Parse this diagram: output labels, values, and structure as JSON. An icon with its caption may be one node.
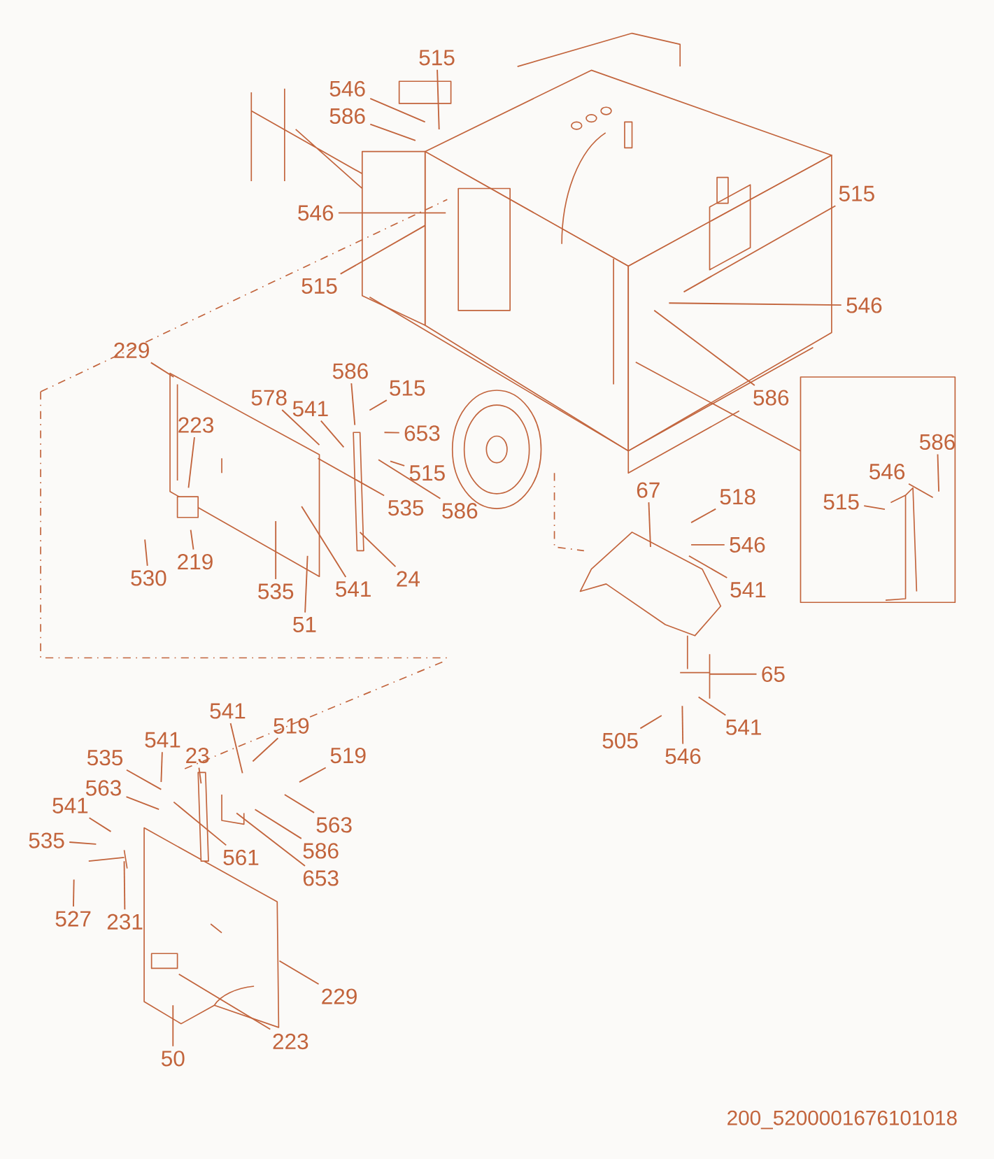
{
  "diagram": {
    "nodes": [
      {
        "text": [
          "515"
        ]
      },
      {
        "text": [
          "546"
        ]
      },
      {
        "text": [
          "586"
        ]
      },
      {
        "text": [
          "546"
        ]
      },
      {
        "text": [
          "515"
        ]
      },
      {
        "text": [
          "515"
        ]
      },
      {
        "text": [
          "546"
        ]
      },
      {
        "text": [
          "586"
        ]
      },
      {
        "text": [
          "229"
        ]
      },
      {
        "text": [
          "586"
        ]
      },
      {
        "text": [
          "515"
        ]
      },
      {
        "text": [
          "578"
        ]
      },
      {
        "text": [
          "541"
        ]
      },
      {
        "text": [
          "223"
        ]
      },
      {
        "text": [
          "653"
        ]
      },
      {
        "text": [
          "515"
        ]
      },
      {
        "text": [
          "535"
        ]
      },
      {
        "text": [
          "586"
        ]
      },
      {
        "text": [
          "219"
        ]
      },
      {
        "text": [
          "530"
        ]
      },
      {
        "text": [
          "535"
        ]
      },
      {
        "text": [
          "541"
        ]
      },
      {
        "text": [
          "24"
        ]
      },
      {
        "text": [
          "51"
        ]
      },
      {
        "text": [
          "67"
        ]
      },
      {
        "text": [
          "518"
        ]
      },
      {
        "text": [
          "546"
        ]
      },
      {
        "text": [
          "541"
        ]
      },
      {
        "text": [
          "586"
        ]
      },
      {
        "text": [
          "546"
        ]
      },
      {
        "text": [
          "515"
        ]
      },
      {
        "text": [
          "65"
        ]
      },
      {
        "text": [
          "541"
        ]
      },
      {
        "text": [
          "505"
        ]
      },
      {
        "text": [
          "546"
        ]
      },
      {
        "text": [
          "541"
        ]
      },
      {
        "text": [
          "519"
        ]
      },
      {
        "text": [
          "541"
        ]
      },
      {
        "text": [
          "535"
        ]
      },
      {
        "text": [
          "23"
        ]
      },
      {
        "text": [
          "519"
        ]
      },
      {
        "text": [
          "563"
        ]
      },
      {
        "text": [
          "541"
        ]
      },
      {
        "text": [
          "563"
        ]
      },
      {
        "text": [
          "535"
        ]
      },
      {
        "text": [
          "586"
        ]
      },
      {
        "text": [
          "561"
        ]
      },
      {
        "text": [
          "653"
        ]
      },
      {
        "text": [
          "527"
        ]
      },
      {
        "text": [
          "231"
        ]
      },
      {
        "text": [
          "229"
        ]
      },
      {
        "text": [
          "223"
        ]
      },
      {
        "text": [
          "50"
        ]
      }
    ],
    "edges": [
      {
        "from": 0,
        "to": null,
        "arrow": "none"
      },
      {
        "from": 1,
        "to": null,
        "arrow": "none"
      },
      {
        "from": 2,
        "to": null,
        "arrow": "none"
      },
      {
        "from": 3,
        "to": null,
        "arrow": "none"
      },
      {
        "from": 4,
        "to": null,
        "arrow": "none"
      },
      {
        "from": 5,
        "to": null,
        "arrow": "none"
      },
      {
        "from": 6,
        "to": null,
        "arrow": "none"
      },
      {
        "from": 7,
        "to": null,
        "arrow": "none"
      },
      {
        "from": 8,
        "to": null,
        "arrow": "none"
      },
      {
        "from": 9,
        "to": null,
        "arrow": "none"
      },
      {
        "from": 10,
        "to": null,
        "arrow": "none"
      },
      {
        "from": 11,
        "to": null,
        "arrow": "none"
      },
      {
        "from": 12,
        "to": null,
        "arrow": "none"
      },
      {
        "from": 13,
        "to": null,
        "arrow": "none"
      },
      {
        "from": 14,
        "to": null,
        "arrow": "none"
      },
      {
        "from": 15,
        "to": null,
        "arrow": "none"
      },
      {
        "from": 16,
        "to": null,
        "arrow": "none"
      },
      {
        "from": 17,
        "to": null,
        "arrow": "none"
      },
      {
        "from": 18,
        "to": null,
        "arrow": "none"
      },
      {
        "from": 19,
        "to": null,
        "arrow": "none"
      },
      {
        "from": 20,
        "to": null,
        "arrow": "none"
      },
      {
        "from": 21,
        "to": null,
        "arrow": "none"
      },
      {
        "from": 22,
        "to": null,
        "arrow": "none"
      },
      {
        "from": 23,
        "to": null,
        "arrow": "none"
      },
      {
        "from": 24,
        "to": null,
        "arrow": "none"
      },
      {
        "from": 25,
        "to": null,
        "arrow": "none"
      },
      {
        "from": 26,
        "to": null,
        "arrow": "none"
      },
      {
        "from": 27,
        "to": null,
        "arrow": "none"
      },
      {
        "from": 28,
        "to": null,
        "arrow": "none"
      },
      {
        "from": 29,
        "to": null,
        "arrow": "none"
      },
      {
        "from": 30,
        "to": null,
        "arrow": "none"
      },
      {
        "from": 31,
        "to": null,
        "arrow": "none"
      },
      {
        "from": 32,
        "to": null,
        "arrow": "none"
      },
      {
        "from": 33,
        "to": null,
        "arrow": "none"
      },
      {
        "from": 34,
        "to": null,
        "arrow": "none"
      },
      {
        "from": 35,
        "to": null,
        "arrow": "none"
      },
      {
        "from": 36,
        "to": null,
        "arrow": "none"
      },
      {
        "from": 37,
        "to": null,
        "arrow": "none"
      },
      {
        "from": 38,
        "to": null,
        "arrow": "none"
      },
      {
        "from": 39,
        "to": null,
        "arrow": "none"
      },
      {
        "from": 40,
        "to": null,
        "arrow": "none"
      },
      {
        "from": 41,
        "to": null,
        "arrow": "none"
      },
      {
        "from": 42,
        "to": null,
        "arrow": "none"
      },
      {
        "from": 43,
        "to": null,
        "arrow": "none"
      },
      {
        "from": 44,
        "to": null,
        "arrow": "none"
      },
      {
        "from": 45,
        "to": null,
        "arrow": "none"
      },
      {
        "from": 46,
        "to": null,
        "arrow": "none"
      },
      {
        "from": 47,
        "to": null,
        "arrow": "none"
      },
      {
        "from": 48,
        "to": null,
        "arrow": "none"
      },
      {
        "from": 49,
        "to": null,
        "arrow": "none"
      },
      {
        "from": 50,
        "to": null,
        "arrow": "none"
      },
      {
        "from": 51,
        "to": null,
        "arrow": "none"
      },
      {
        "from": 52,
        "to": null,
        "arrow": "none"
      }
    ],
    "labels": [
      "200_5200001676101018"
    ]
  }
}
